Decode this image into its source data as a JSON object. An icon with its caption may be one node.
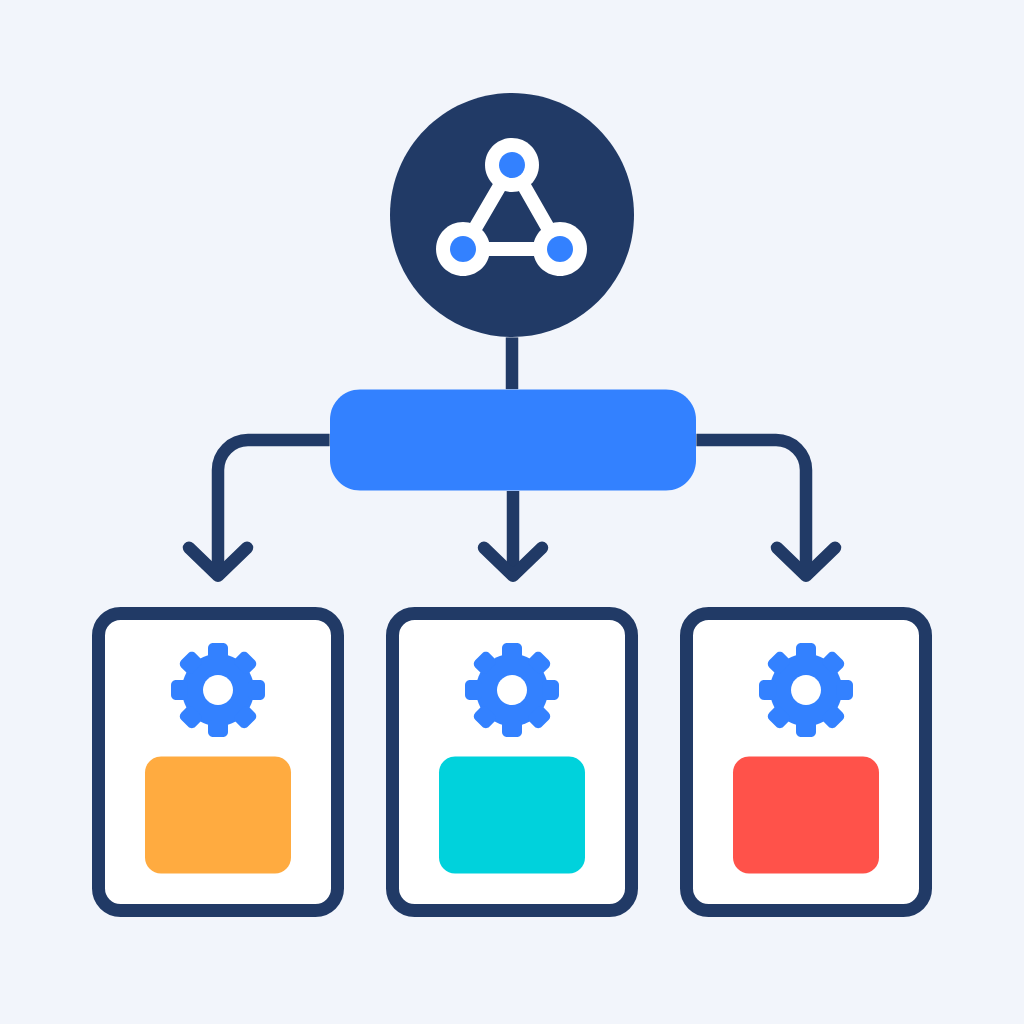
{
  "diagram": {
    "nodes": [
      {
        "text": [],
        "shape": "circle"
      },
      {
        "text": [],
        "shape": "bar"
      },
      {
        "text": [],
        "shape": "box"
      },
      {
        "text": [],
        "shape": "box",
        "in": 2
      },
      {
        "text": [],
        "shape": "box"
      },
      {
        "text": [],
        "shape": "box",
        "in": 4
      },
      {
        "text": [],
        "shape": "box"
      },
      {
        "text": [],
        "shape": "box",
        "in": 6
      }
    ],
    "edges": [
      {
        "from": 0,
        "to": 1,
        "arrow": "none"
      },
      {
        "from": 1,
        "to": 2,
        "arrow": "to"
      },
      {
        "from": 1,
        "to": 4,
        "arrow": "to"
      },
      {
        "from": 1,
        "to": 6,
        "arrow": "to"
      }
    ]
  }
}
